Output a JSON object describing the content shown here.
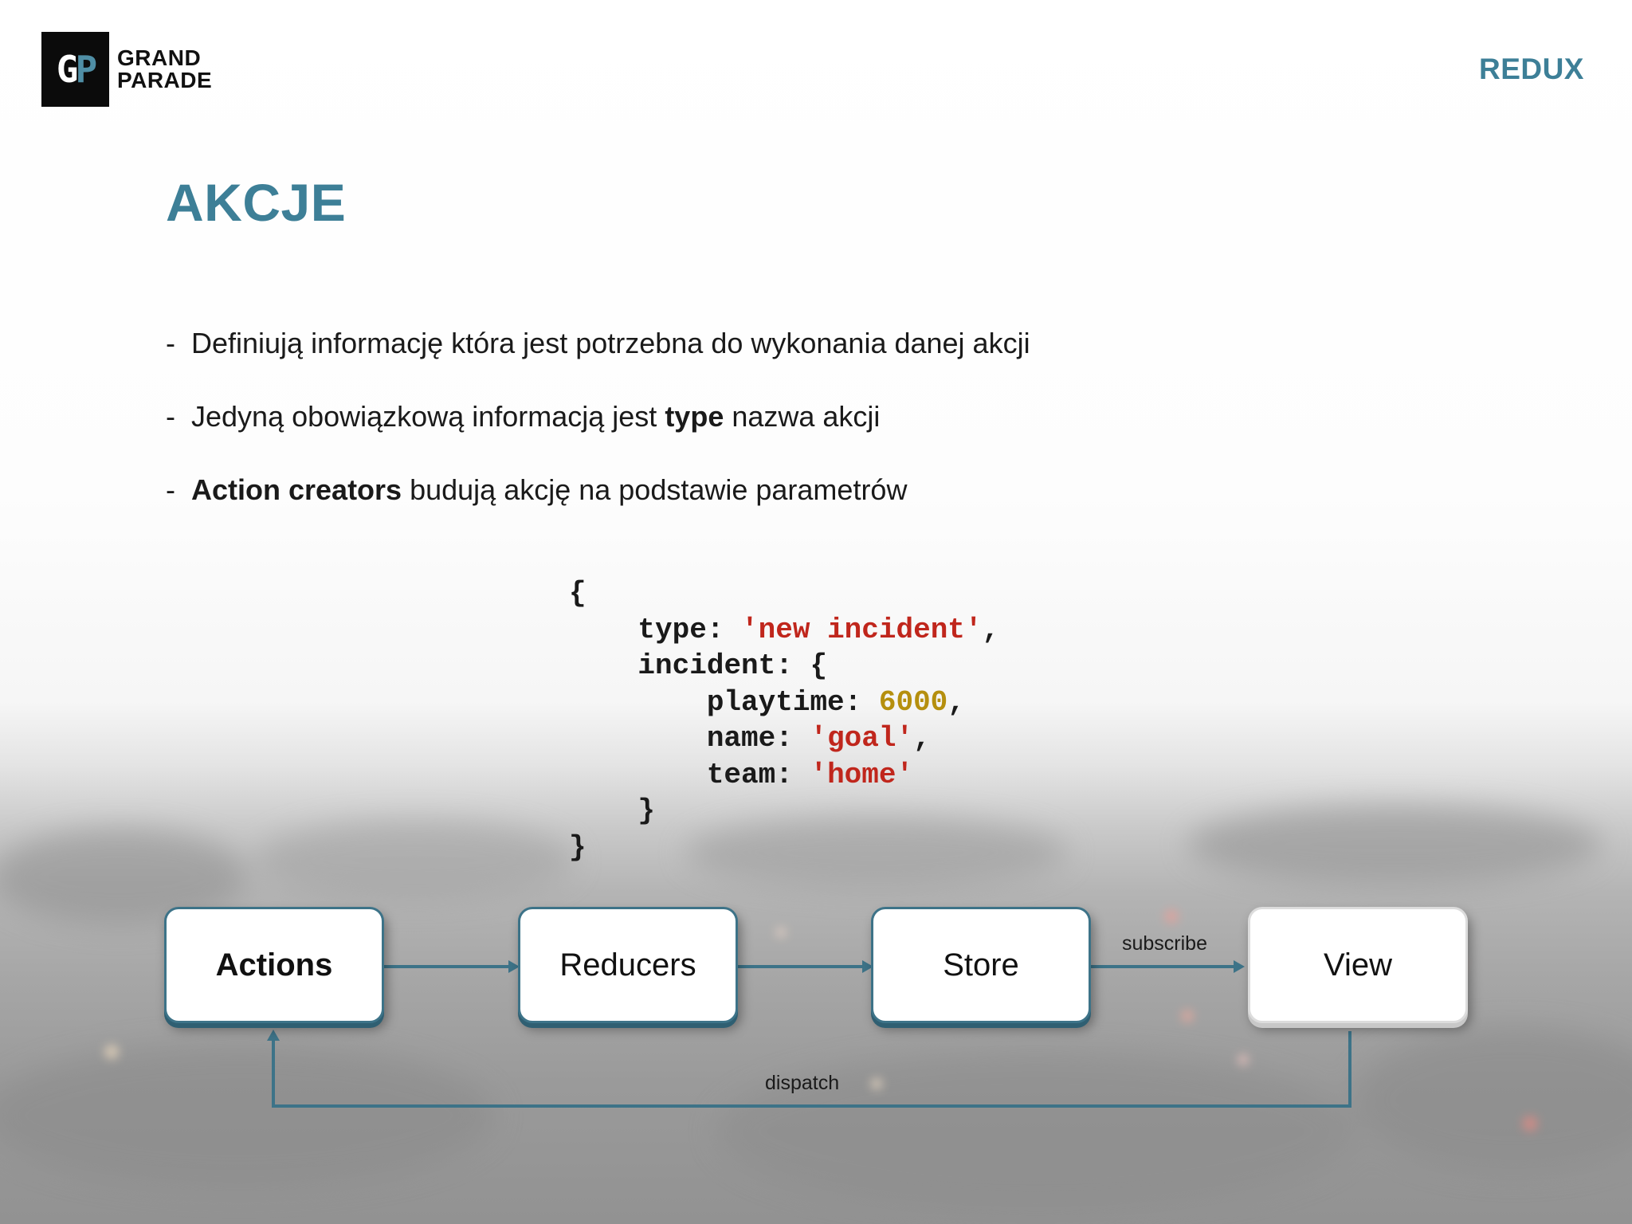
{
  "brand": {
    "line1": "GRAND",
    "line2": "PARADE",
    "mark_left": "G",
    "mark_right": "P"
  },
  "section": "REDUX",
  "title": "AKCJE",
  "bullets": [
    {
      "dash": "-",
      "text": "Definiują informację która jest potrzebna do wykonania danej akcji"
    },
    {
      "dash": "-",
      "pre": "Jedyną obowiązkową informacją jest ",
      "bold": "type",
      "post": " nazwa akcji"
    },
    {
      "dash": "-",
      "bold": "Action creators",
      "post": " budują akcję na podstawie parametrów"
    }
  ],
  "code": {
    "open": "{",
    "type_key": "type",
    "type_value": "'new incident'",
    "incident_key": "incident",
    "playtime_key": "playtime",
    "playtime_value": "6000",
    "name_key": "name",
    "name_value": "'goal'",
    "team_key": "team",
    "team_value": "'home'",
    "inner_close": "}",
    "close": "}"
  },
  "flow": {
    "nodes": {
      "actions": "Actions",
      "reducers": "Reducers",
      "store": "Store",
      "view": "View"
    },
    "edges": {
      "subscribe": "subscribe",
      "dispatch": "dispatch"
    }
  },
  "colors": {
    "accent": "#3d7f97",
    "box_border": "#3d7388",
    "string": "#c0261c",
    "number": "#b58f0e"
  }
}
